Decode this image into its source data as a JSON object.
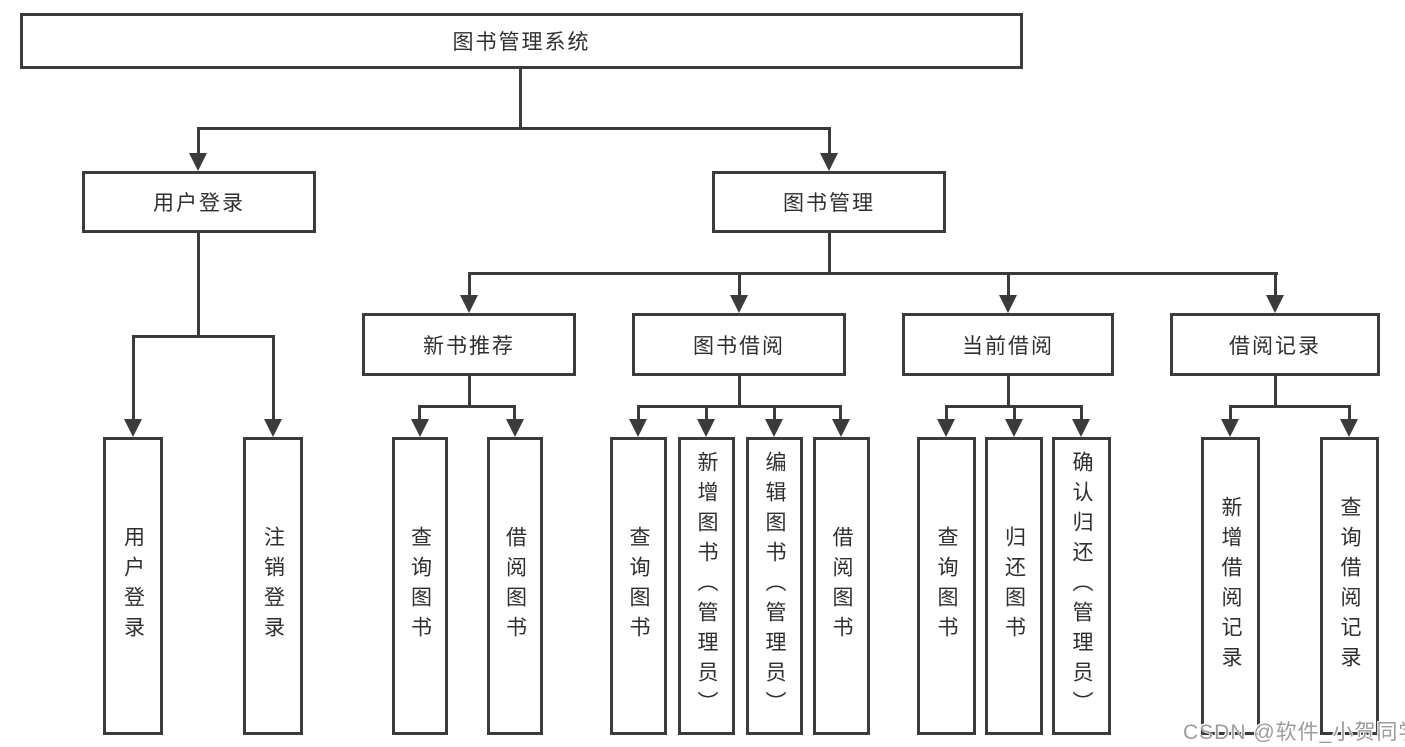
{
  "tree": {
    "root": "图书管理系统",
    "branches": [
      {
        "label": "用户登录",
        "children": [
          "用户登录",
          "注销登录"
        ]
      },
      {
        "label": "图书管理",
        "groups": [
          {
            "label": "新书推荐",
            "children": [
              "查询图书",
              "借阅图书"
            ]
          },
          {
            "label": "图书借阅",
            "children": [
              "查询图书",
              "新增图书（管理员）",
              "编辑图书（管理员）",
              "借阅图书"
            ]
          },
          {
            "label": "当前借阅",
            "children": [
              "查询图书",
              "归还图书",
              "确认归还（管理员）"
            ]
          },
          {
            "label": "借阅记录",
            "children": [
              "新增借阅记录",
              "查询借阅记录"
            ]
          }
        ]
      }
    ]
  },
  "watermark": "CSDN @软件_小贺同学",
  "colors": {
    "line": "#3b3b3b",
    "text": "#2f2f2f",
    "watermark": "#9c9c9c",
    "background": "#ffffff"
  }
}
